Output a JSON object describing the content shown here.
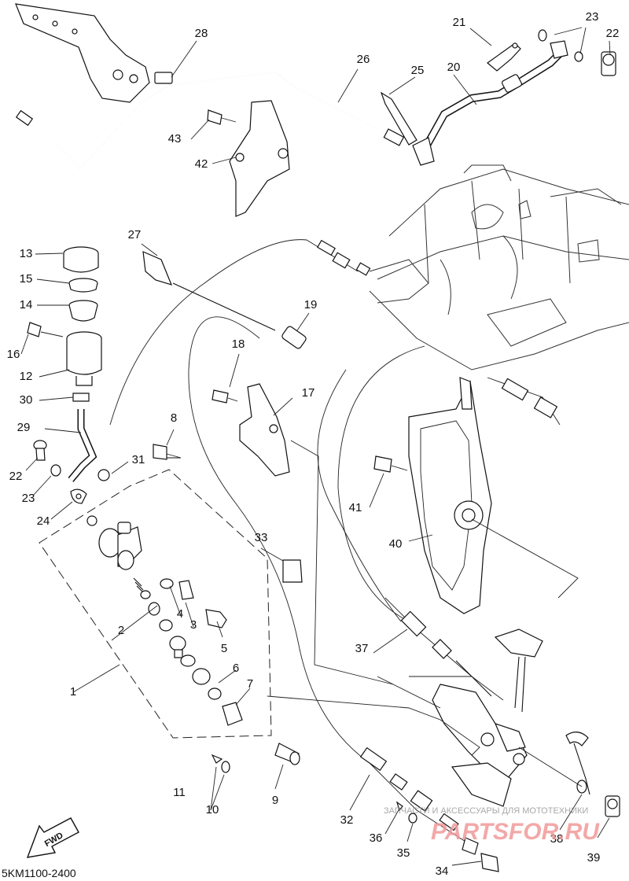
{
  "diagram": {
    "code": "5KM1100-2400",
    "fwd_label": "FWD",
    "watermark_text": "ЗАПЧАСТИ И АКСЕССУАРЫ ДЛЯ МОТОТЕХНИКИ",
    "watermark_logo": "PARTSFOR.RU",
    "labels": [
      "1",
      "2",
      "3",
      "4",
      "5",
      "6",
      "7",
      "8",
      "9",
      "10",
      "11",
      "12",
      "13",
      "14",
      "15",
      "16",
      "17",
      "18",
      "19",
      "20",
      "21",
      "22",
      "23",
      "24",
      "25",
      "26",
      "27",
      "28",
      "29",
      "30",
      "31",
      "32",
      "33",
      "34",
      "35",
      "36",
      "37",
      "38",
      "39",
      "40",
      "41",
      "42",
      "43"
    ],
    "labels_second": [
      "22",
      "23"
    ]
  }
}
